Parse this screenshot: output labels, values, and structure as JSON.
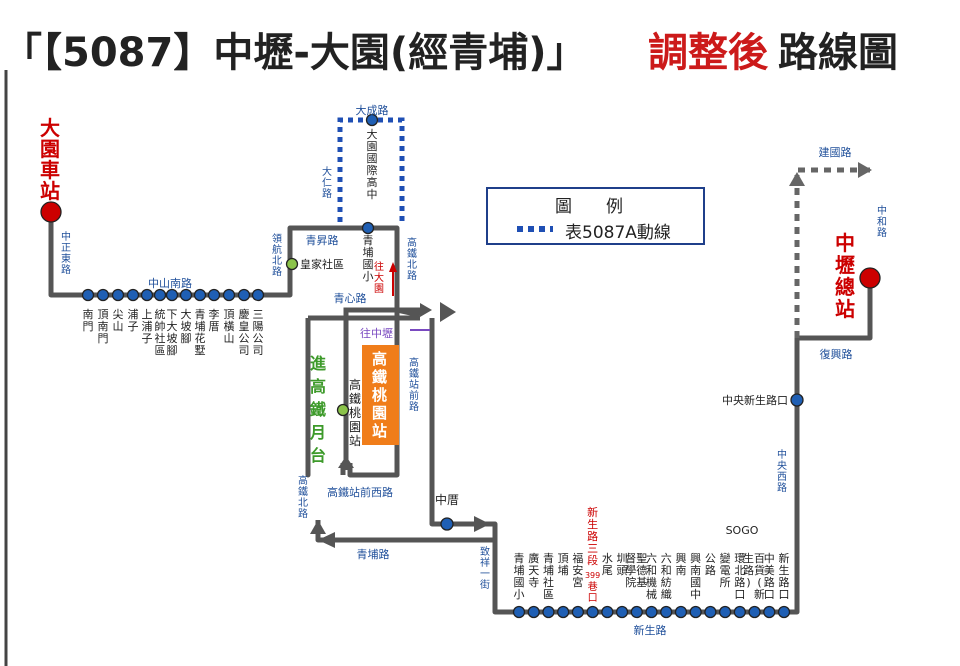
{
  "title": {
    "prefix": "「【5087】中壢-大園(經青埔)」",
    "highlight": "調整後",
    "suffix": "路線圖"
  },
  "terminals": {
    "west": "大園車站",
    "east": "中壢總站"
  },
  "legend": {
    "heading": "圖　　例",
    "item": "表5087A動線"
  },
  "roads": {
    "zhongzheng_east": "中正東路",
    "zhongshan_south": "中山南路",
    "linghang_north": "領航北路",
    "qingsheng": "青昇路",
    "daren": "大仁路",
    "dacheng": "大成路",
    "hsr_north": "高鐵北路",
    "qingxin": "青心路",
    "hsr_station_front": "高鐵站前路",
    "hsr_station_front_west": "高鐵站前西路",
    "hsr_north_2": "高鐵北路",
    "qingpu": "青埔路",
    "zhixiang_1st": "致祥一街",
    "xinsheng": "新生路",
    "zhongyang_west": "中央西路",
    "fuxing": "復興路",
    "zhonghe": "中和路",
    "jianguo": "建國路"
  },
  "hsr": {
    "station_box": "高鐵桃園站",
    "stop": "高鐵桃園站",
    "platform": "進高鐵月台",
    "to_dayuan": "往大園",
    "to_zhongli": "往中壢"
  },
  "stops": {
    "west_row": [
      "南門",
      "頂南門",
      "尖山",
      "浦子",
      "上浦子",
      "統帥社區",
      "下大坡腳",
      "大坡腳",
      "青埔花墅",
      "李厝",
      "頂橫山",
      "慶皇公司",
      "三陽公司"
    ],
    "huangjia": "皇家社區",
    "qingpu_elem": "青埔國小",
    "dayuan_high": "大園國際高中",
    "zhongcuo": "中厝",
    "zhongyang_xinsheng": "中央新生路口",
    "south_row": [
      "青埔國小",
      "廣天寺",
      "青埔社區",
      "頂埔",
      "福安宮",
      "新生路三段399巷口",
      "水尾",
      "圳頭",
      "聖德基督學院",
      "六和機械",
      "六和紡織",
      "興南",
      "興南國中",
      "公路",
      "變電所",
      "環北路口",
      "百貨(新生路)",
      "中美路口",
      "新生路口"
    ],
    "sogo_label": "SOGO",
    "highlight_stop_label": "新生路三段",
    "highlight_stop_sub": "399巷口"
  },
  "colors": {
    "route": "#555555",
    "stop": "#1f5fb4",
    "terminal": "#cc0000",
    "title_red": "#cc1a1a",
    "label_blue": "#1f4f9a",
    "hsr_box": "#f07d1a",
    "legend_border": "#1f3f8a",
    "green": "#3d9a2a",
    "purple": "#7a4ac0"
  }
}
